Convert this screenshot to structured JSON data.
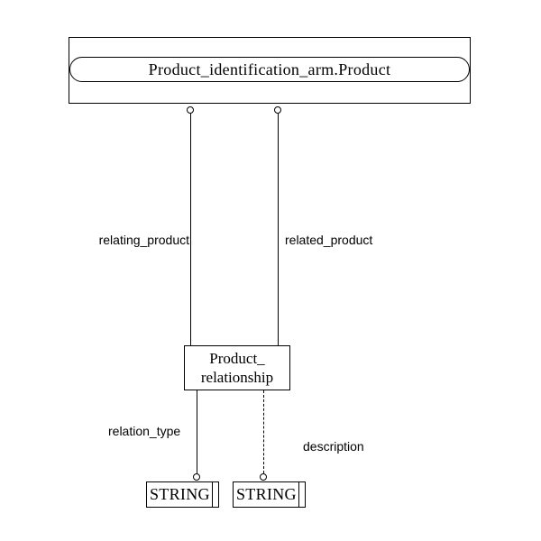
{
  "diagram": {
    "kind": "express-g-schema-diagram",
    "colors": {
      "stroke": "#000000",
      "background": "#ffffff",
      "text": "#000000"
    },
    "page": {
      "referenced_entity": "Product_identification_arm.Product"
    },
    "entity": {
      "name": "Product_\nrelationship"
    },
    "attributes": [
      {
        "name": "relating_product",
        "style": "solid"
      },
      {
        "name": "related_product",
        "style": "solid"
      },
      {
        "name": "relation_type",
        "style": "solid"
      },
      {
        "name": "description",
        "style": "dashed"
      }
    ],
    "base_types": [
      {
        "name": "STRING"
      },
      {
        "name": "STRING"
      }
    ]
  }
}
